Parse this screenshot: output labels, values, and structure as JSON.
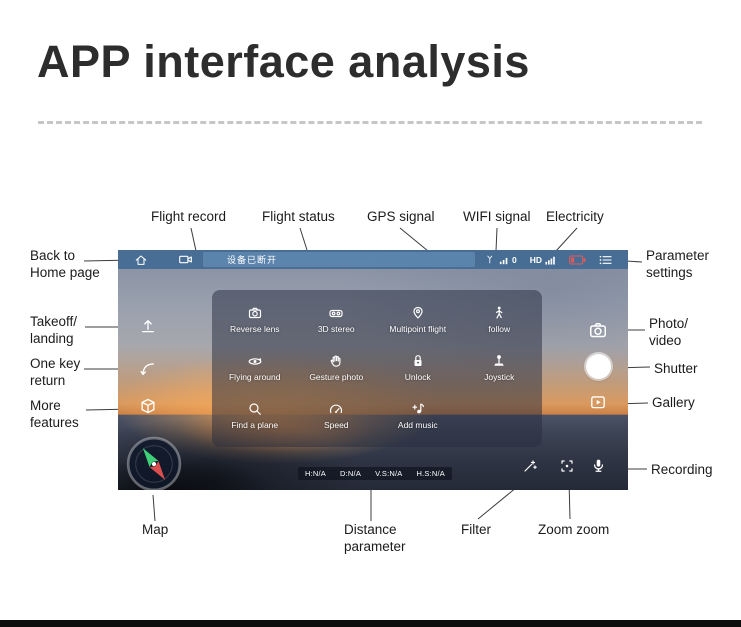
{
  "title": "APP interface analysis",
  "callouts": {
    "flight_record": "Flight record",
    "flight_status": "Flight status",
    "gps_signal": "GPS signal",
    "wifi_signal": "WIFI signal",
    "electricity": "Electricity",
    "back_to_home": "Back to\nHome page",
    "takeoff_landing": "Takeoff/\nlanding",
    "one_key_return": "One key\nreturn",
    "more_features": "More\nfeatures",
    "parameter_settings": "Parameter\nsettings",
    "photo_video": "Photo/\nvideo",
    "shutter": "Shutter",
    "gallery": "Gallery",
    "recording": "Recording",
    "map": "Map",
    "distance_parameter": "Distance\nparameter",
    "filter": "Filter",
    "zoom": "Zoom zoom"
  },
  "app": {
    "statusbar": {
      "device_status": "设备已断开",
      "gps_count": "0",
      "hd_label": "HD",
      "icons": [
        "home-icon",
        "flight-record-icon",
        "gps-signal-icon",
        "wifi-signal-icon",
        "battery-icon",
        "menu-icon"
      ]
    },
    "feature_panel": {
      "items": [
        {
          "label": "Reverse lens",
          "icon": "reverse-lens-icon"
        },
        {
          "label": "3D stereo",
          "icon": "3d-stereo-icon"
        },
        {
          "label": "Multipoint flight",
          "icon": "multipoint-flight-icon"
        },
        {
          "label": "follow",
          "icon": "follow-icon"
        },
        {
          "label": "Flying around",
          "icon": "flying-around-icon"
        },
        {
          "label": "Gesture photo",
          "icon": "gesture-photo-icon"
        },
        {
          "label": "Unlock",
          "icon": "unlock-icon"
        },
        {
          "label": "Joystick",
          "icon": "joystick-icon"
        },
        {
          "label": "Find a plane",
          "icon": "find-plane-icon"
        },
        {
          "label": "Speed",
          "icon": "speed-icon"
        },
        {
          "label": "Add music",
          "icon": "add-music-icon"
        }
      ]
    },
    "left_rail_icons": [
      "takeoff-landing-icon",
      "one-key-return-icon",
      "more-features-icon"
    ],
    "right_rail_icons": [
      "photo-video-icon",
      "shutter-button",
      "gallery-icon"
    ],
    "bottom_control_icons": [
      "filter-icon",
      "zoom-frame-icon",
      "microphone-icon"
    ],
    "telemetry": {
      "h": "H:N/A",
      "d": "D:N/A",
      "vs": "V.S:N/A",
      "hs": "H.S:N/A"
    }
  },
  "colors": {
    "statusbar_tint": "#3a6692",
    "battery_low": "#e05a5a",
    "compass_north": "#3fd07a",
    "compass_south": "#d94f4f",
    "panel_overlay": "rgba(40,46,64,0.52)"
  }
}
